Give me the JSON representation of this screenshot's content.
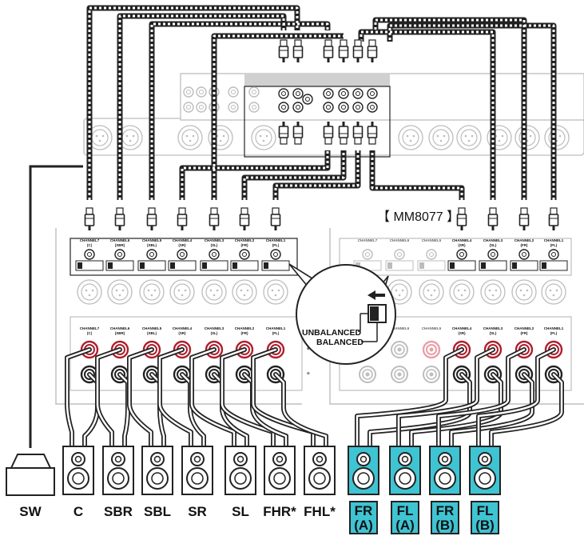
{
  "amp_label": "【 MM8077 】",
  "switch": {
    "unbalanced": "UNBALANCED",
    "balanced": "BALANCED"
  },
  "left_amp": {
    "channels": [
      {
        "top": "CHANNEL7",
        "sub": "(C)"
      },
      {
        "top": "CHANNEL6",
        "sub": "(SBR)"
      },
      {
        "top": "CHANNEL5",
        "sub": "(SBL)"
      },
      {
        "top": "CHANNEL4",
        "sub": "(SR)"
      },
      {
        "top": "CHANNEL3",
        "sub": "(SL)"
      },
      {
        "top": "CHANNEL2",
        "sub": "(FR)"
      },
      {
        "top": "CHANNEL1",
        "sub": "(FL)"
      }
    ]
  },
  "right_amp": {
    "channels": [
      {
        "top": "CHANNEL7",
        "sub": ""
      },
      {
        "top": "CHANNEL6",
        "sub": ""
      },
      {
        "top": "CHANNEL5",
        "sub": ""
      },
      {
        "top": "CHANNEL4",
        "sub": "(SR)"
      },
      {
        "top": "CHANNEL3",
        "sub": "(SL)"
      },
      {
        "top": "CHANNEL2",
        "sub": "(FR)"
      },
      {
        "top": "CHANNEL1",
        "sub": "(FL)"
      }
    ]
  },
  "speakers": [
    {
      "label": "SW",
      "type": "subwoofer",
      "color": "#ffffff"
    },
    {
      "label": "C",
      "type": "speaker",
      "color": "#ffffff"
    },
    {
      "label": "SBR",
      "type": "speaker",
      "color": "#ffffff"
    },
    {
      "label": "SBL",
      "type": "speaker",
      "color": "#ffffff"
    },
    {
      "label": "SR",
      "type": "speaker",
      "color": "#ffffff"
    },
    {
      "label": "SL",
      "type": "speaker",
      "color": "#ffffff"
    },
    {
      "label": "FHR*",
      "type": "speaker",
      "color": "#ffffff"
    },
    {
      "label": "FHL*",
      "type": "speaker",
      "color": "#ffffff"
    },
    {
      "label": "FR",
      "sub": "(A)",
      "type": "speaker",
      "color": "#3fc4d3"
    },
    {
      "label": "FL",
      "sub": "(A)",
      "type": "speaker",
      "color": "#3fc4d3"
    },
    {
      "label": "FR",
      "sub": "(B)",
      "type": "speaker",
      "color": "#3fc4d3"
    },
    {
      "label": "FL",
      "sub": "(B)",
      "type": "speaker",
      "color": "#3fc4d3"
    }
  ],
  "colors": {
    "panel_line": "#bdbdbd",
    "cable": "#222222",
    "terminal_red": "#b01e2c",
    "highlight": "#3fc4d3"
  }
}
